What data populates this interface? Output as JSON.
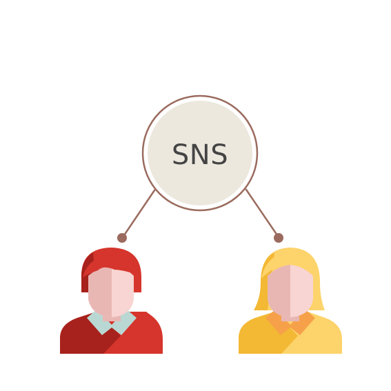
{
  "hub": {
    "label": "SNS"
  },
  "users": [
    {
      "icon": "male-user-icon",
      "gender": "male"
    },
    {
      "icon": "female-user-icon",
      "gender": "female"
    }
  ],
  "colors": {
    "background": "#ffffff",
    "connector": "#9a6b5e",
    "hub_ring": "#9a6b5e",
    "hub_fill": "#ece8de",
    "hub_text": "#444444",
    "male_hair": "#d5352c",
    "male_hair_shade": "#a7221c",
    "male_shirt": "#d5352c",
    "male_shirt_shade": "#a7221c",
    "male_collar": "#b9d8d3",
    "female_hair": "#fdd36b",
    "female_hair_shade": "#f3b834",
    "female_shirt": "#fdd36b",
    "female_shirt_shade": "#f3b834",
    "female_collar": "#f6a14a",
    "skin": "#f8d4d2",
    "skin_shade": "#e8b7b4"
  }
}
